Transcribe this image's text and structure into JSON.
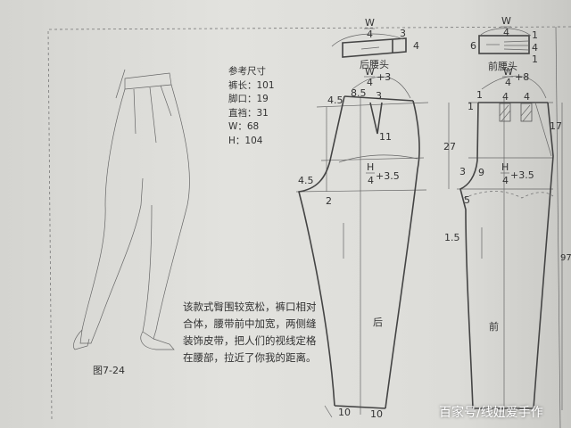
{
  "reference": {
    "title": "参考尺寸",
    "items": [
      "裤长：101",
      "脚口：19",
      "直裆：31",
      "W：68",
      "H：104"
    ]
  },
  "description": "该款式臀围较宽松，裤口相对合体，腰带前中加宽，两侧缝装饰皮带，把人们的视线定格在腰部，拉近了你我的距离。",
  "figure_label": "图7-24",
  "watermark": "百家号/线妞爱手作",
  "back_waistband": {
    "name": "后腰头",
    "w_num": "W",
    "w_den": "4",
    "len": "3",
    "width": "4"
  },
  "front_waistband": {
    "name": "前腰头",
    "w_num": "W",
    "w_den": "4",
    "left": "6",
    "r1": "1",
    "r2": "4",
    "r3": "1"
  },
  "back": {
    "label": "后",
    "waist_num": "W",
    "waist_den": "4",
    "waist_add": "+3",
    "hip_num": "H",
    "hip_den": "4",
    "hip_add": "+3.5",
    "m_45a": "4.5",
    "m_85": "8.5",
    "m_3": "3",
    "dart": "11",
    "m_45b": "4.5",
    "m_2": "2",
    "hem1": "10",
    "hem2": "10"
  },
  "front": {
    "label": "前",
    "waist_num": "W",
    "waist_den": "4",
    "waist_add": "+8",
    "hip_num": "H",
    "hip_den": "4",
    "hip_add": "+3.5",
    "m_1a": "1",
    "m_1b": "1",
    "p1": "4",
    "p2": "4",
    "side": "17",
    "rise": "27",
    "m_3": "3",
    "m_9": "9",
    "m_5": "5",
    "m_15": "1.5",
    "total": "97"
  }
}
